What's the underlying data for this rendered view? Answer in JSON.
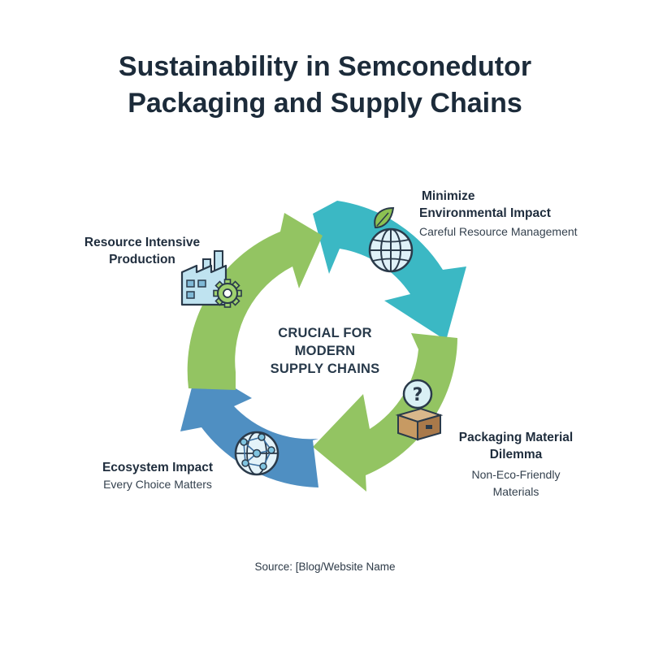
{
  "title": {
    "line1": "Sustainability in Semconedutor",
    "line2": "Packaging and Supply Chains"
  },
  "center": {
    "line1": "CRUCIAL FOR",
    "line2": "MODERN",
    "line3": "SUPPLY CHAINS"
  },
  "stages": [
    {
      "id": "minimize-environmental-impact",
      "heading_line1": "Minimize",
      "heading_line2": "Environmental Impact",
      "sub_line1": "Careful Resource Management",
      "sub_line2": "",
      "icon": "globe-leaf-icon",
      "color": "#3bb8c4"
    },
    {
      "id": "packaging-material-dilemma",
      "heading_line1": "Packaging Material",
      "heading_line2": "Dilemma",
      "sub_line1": "Non-Eco-Friendly",
      "sub_line2": "Materials",
      "icon": "question-box-icon",
      "color": "#93c462"
    },
    {
      "id": "ecosystem-impact",
      "heading_line1": "Ecosystem Impact",
      "heading_line2": "",
      "sub_line1": "Every Choice Matters",
      "sub_line2": "",
      "icon": "network-globe-icon",
      "color": "#4f8fc2"
    },
    {
      "id": "resource-intensive-production",
      "heading_line1": "Resource Intensive",
      "heading_line2": "Production",
      "sub_line1": "",
      "sub_line2": "",
      "icon": "factory-gear-icon",
      "color": "#93c462"
    }
  ],
  "source": "Source: [Blog/Website Name"
}
